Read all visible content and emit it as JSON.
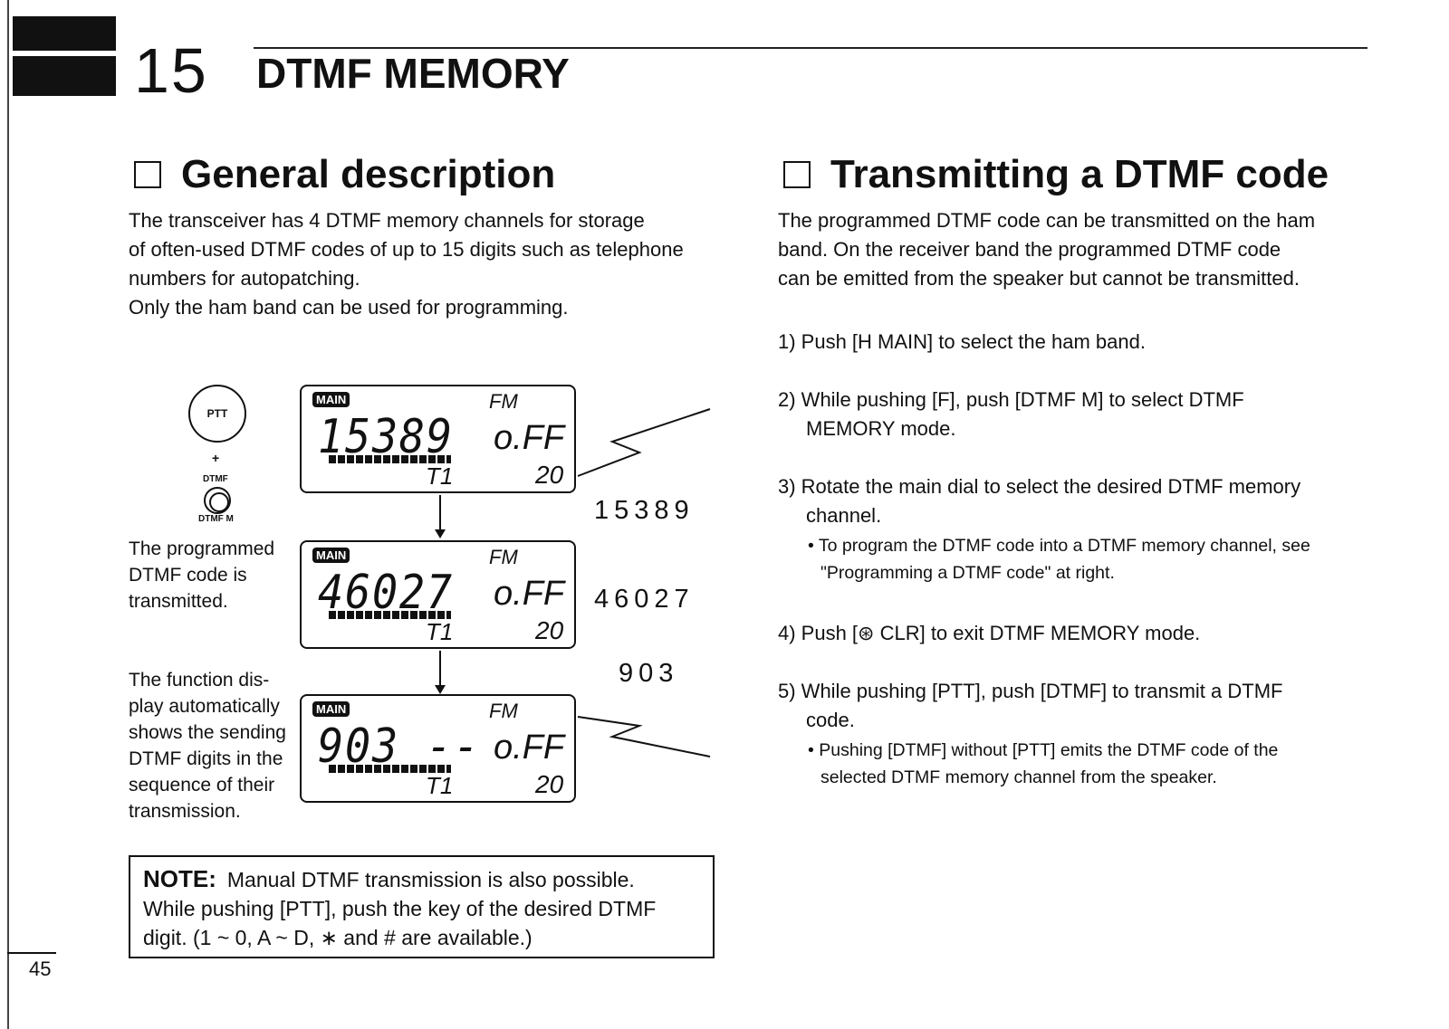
{
  "chapter": {
    "number": "15",
    "title": "DTMF MEMORY"
  },
  "left": {
    "title": "General description",
    "paragraph_lines": [
      "The transceiver has 4 DTMF memory channels for storage",
      "of often-used DTMF codes of up to 15 digits such as telephone",
      "numbers for autopatching.",
      "Only the ham band can be used for programming."
    ]
  },
  "right": {
    "title": "Transmitting a DTMF code",
    "paragraph_lines": [
      "The programmed DTMF code can be transmitted on the ham",
      "band.  On the receiver band the programmed DTMF code",
      "can be emitted from the speaker but cannot be transmitted."
    ],
    "step1": "1) Push [H MAIN] to select the ham band.",
    "step2_a": "2) While pushing [F], push [DTMF M] to select DTMF",
    "step2_b": "MEMORY mode.",
    "step3_a": "3) Rotate the main dial to select the desired DTMF memory",
    "step3_b": "channel.",
    "step3_sub_a": "• To program the DTMF code into a DTMF memory channel, see",
    "step3_sub_b": "\"Programming a DTMF code\" at right.",
    "step4": "4) Push [⊛ CLR] to exit DTMF MEMORY mode.",
    "step5_a": "5) While pushing [PTT], push [DTMF] to transmit a DTMF",
    "step5_b": "code.",
    "step5_sub_a": "• Pushing [DTMF] without [PTT] emits the DTMF code of the",
    "step5_sub_b": "selected DTMF memory channel from the speaker."
  },
  "diagram": {
    "ptt_label": "PTT",
    "plus": "+",
    "dtmf_top": "DTMF",
    "dtmf_bottom": "DTMF M",
    "displays": [
      {
        "main": "MAIN",
        "fm": "FM",
        "digits": "15389",
        "off": "o.FF",
        "t1": "T1",
        "ch": "20"
      },
      {
        "main": "MAIN",
        "fm": "FM",
        "digits": "46027",
        "off": "o.FF",
        "t1": "T1",
        "ch": "20"
      },
      {
        "main": "MAIN",
        "fm": "FM",
        "digits": "903 --",
        "off": "o.FF",
        "t1": "T1",
        "ch": "20"
      }
    ],
    "sent_digits": [
      "15389",
      "46027",
      "903"
    ],
    "caption1": [
      "The programmed",
      "DTMF  code  is",
      "transmitted."
    ],
    "caption2": [
      "The function dis-",
      "play automatically",
      "shows the sending",
      "DTMF digits in the",
      "sequence of their",
      "transmission."
    ]
  },
  "note": {
    "label": "NOTE:",
    "line1": "Manual DTMF transmission is also possible.",
    "line2": "While pushing [PTT], push the key of the desired DTMF",
    "line3": "digit.  (1 ~ 0, A ~ D, ∗ and # are available.)"
  },
  "page_number": "45"
}
